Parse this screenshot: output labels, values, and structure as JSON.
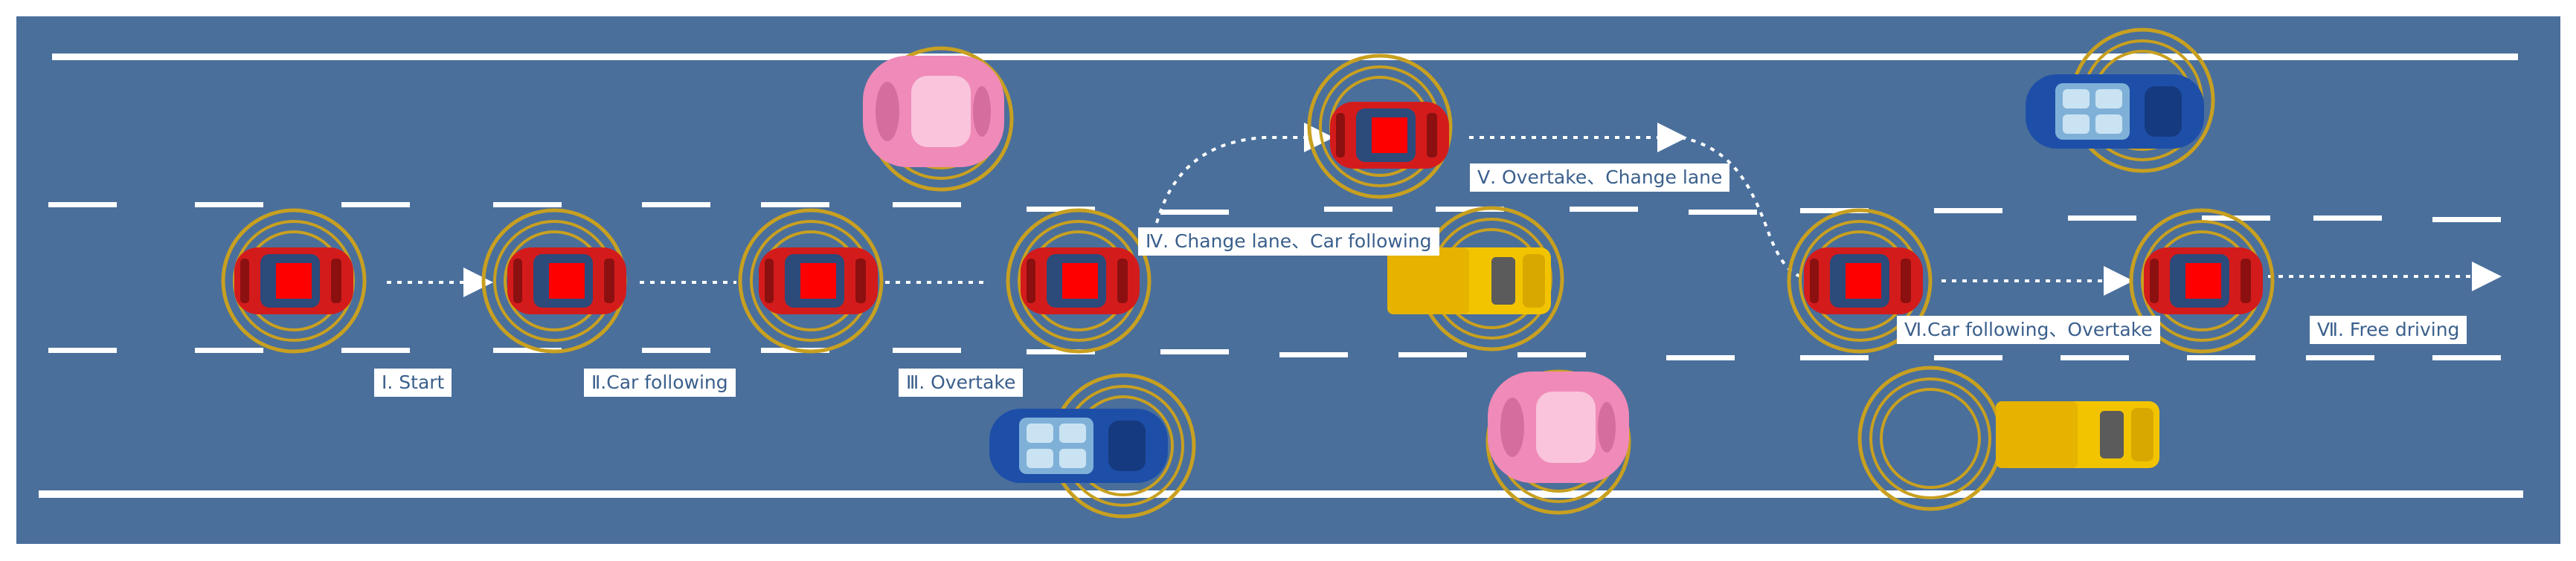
{
  "diagram": {
    "colors": {
      "road": "#4a6f9b",
      "border": "#ffffff",
      "lane_mark": "#ffffff",
      "ego_car": "#d41b1b",
      "ego_roof": "#2c4a7a",
      "ego_marker": "#ff0000",
      "ring": "#c8a020",
      "pink_car": "#f08ab8",
      "blue_car": "#1e4fa8",
      "yellow_car": "#f2c400",
      "label_text": "#3a5f8c",
      "label_bg": "#ffffff"
    },
    "stages": [
      {
        "id": "start",
        "label": "Ⅰ. Start"
      },
      {
        "id": "car-following",
        "label": "Ⅱ.Car following"
      },
      {
        "id": "overtake",
        "label": "Ⅲ. Overtake"
      },
      {
        "id": "change-lane-car-following",
        "label": "Ⅳ. Change lane、Car following"
      },
      {
        "id": "overtake-change-lane",
        "label": "Ⅴ. Overtake、Change lane"
      },
      {
        "id": "car-following-overtake",
        "label": "Ⅵ.Car following、Overtake"
      },
      {
        "id": "free-driving",
        "label": "Ⅶ. Free driving"
      }
    ],
    "vehicles": [
      {
        "id": "ego-1",
        "kind": "ego"
      },
      {
        "id": "ego-2",
        "kind": "ego"
      },
      {
        "id": "ego-3",
        "kind": "ego"
      },
      {
        "id": "ego-4",
        "kind": "ego"
      },
      {
        "id": "ego-5",
        "kind": "ego"
      },
      {
        "id": "ego-6",
        "kind": "ego"
      },
      {
        "id": "ego-7",
        "kind": "ego"
      },
      {
        "id": "pink-car-top",
        "kind": "pink"
      },
      {
        "id": "blue-car-bottom",
        "kind": "blue"
      },
      {
        "id": "yellow-truck-mid",
        "kind": "yellow"
      },
      {
        "id": "pink-car-bottom",
        "kind": "pink"
      },
      {
        "id": "blue-car-top",
        "kind": "blue"
      },
      {
        "id": "yellow-truck-bottom",
        "kind": "yellow"
      }
    ]
  }
}
